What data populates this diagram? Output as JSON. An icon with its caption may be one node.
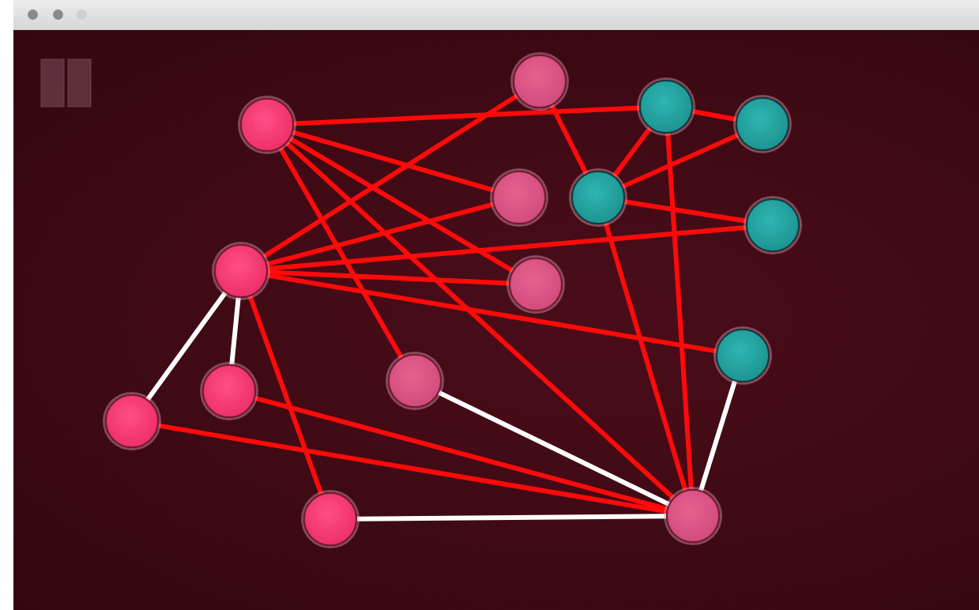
{
  "diagram": {
    "nodes": [
      {
        "text": [],
        "shape": "circle"
      },
      {
        "text": [],
        "shape": "circle"
      },
      {
        "text": [],
        "shape": "circle"
      },
      {
        "text": [],
        "shape": "circle"
      },
      {
        "text": [],
        "shape": "circle"
      },
      {
        "text": [],
        "shape": "circle"
      },
      {
        "text": [],
        "shape": "circle"
      },
      {
        "text": [],
        "shape": "circle"
      },
      {
        "text": [],
        "shape": "circle"
      },
      {
        "text": [],
        "shape": "circle"
      },
      {
        "text": [],
        "shape": "circle"
      },
      {
        "text": [],
        "shape": "circle"
      },
      {
        "text": [],
        "shape": "circle"
      },
      {
        "text": [],
        "shape": "circle"
      },
      {
        "text": [],
        "shape": "circle"
      }
    ],
    "edges": [
      {
        "from": 0,
        "to": 2,
        "arrow": "none"
      },
      {
        "from": 0,
        "to": 4,
        "arrow": "none"
      },
      {
        "from": 0,
        "to": 8,
        "arrow": "none"
      },
      {
        "from": 0,
        "to": 10,
        "arrow": "none"
      },
      {
        "from": 0,
        "to": 14,
        "arrow": "none"
      },
      {
        "from": 1,
        "to": 7,
        "arrow": "none"
      },
      {
        "from": 1,
        "to": 5,
        "arrow": "none"
      },
      {
        "from": 2,
        "to": 3,
        "arrow": "none"
      },
      {
        "from": 2,
        "to": 5,
        "arrow": "none"
      },
      {
        "from": 2,
        "to": 14,
        "arrow": "none"
      },
      {
        "from": 3,
        "to": 5,
        "arrow": "none"
      },
      {
        "from": 5,
        "to": 6,
        "arrow": "none"
      },
      {
        "from": 5,
        "to": 14,
        "arrow": "none"
      },
      {
        "from": 7,
        "to": 4,
        "arrow": "none"
      },
      {
        "from": 7,
        "to": 6,
        "arrow": "none"
      },
      {
        "from": 7,
        "to": 8,
        "arrow": "none"
      },
      {
        "from": 7,
        "to": 9,
        "arrow": "none"
      },
      {
        "from": 7,
        "to": 11,
        "arrow": "none",
        "color": "#ffffff"
      },
      {
        "from": 7,
        "to": 12,
        "arrow": "none",
        "color": "#ffffff"
      },
      {
        "from": 7,
        "to": 13,
        "arrow": "none"
      },
      {
        "from": 11,
        "to": 14,
        "arrow": "none"
      },
      {
        "from": 12,
        "to": 14,
        "arrow": "none"
      },
      {
        "from": 13,
        "to": 14,
        "arrow": "none",
        "color": "#ffffff"
      },
      {
        "from": 10,
        "to": 14,
        "arrow": "none",
        "color": "#ffffff"
      },
      {
        "from": 9,
        "to": 14,
        "arrow": "none",
        "color": "#ffffff"
      }
    ]
  }
}
